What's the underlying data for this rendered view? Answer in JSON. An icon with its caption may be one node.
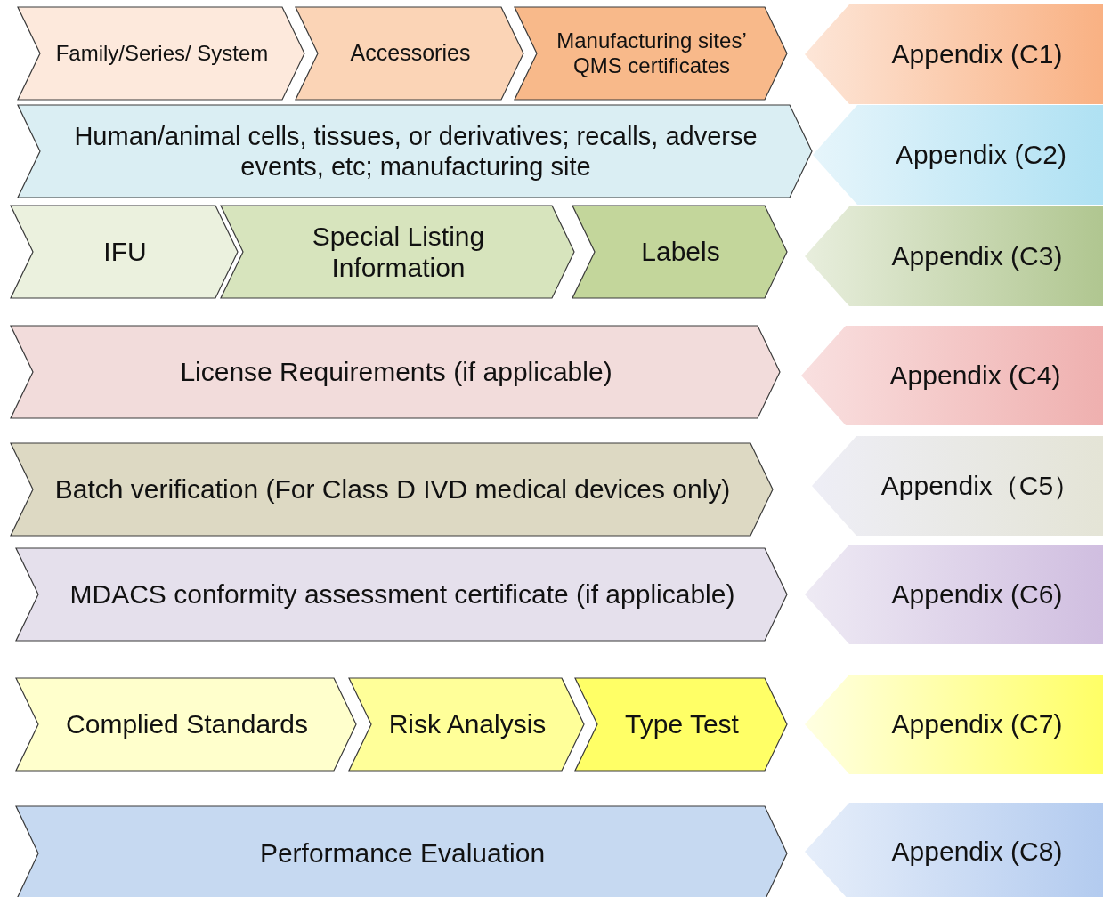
{
  "diagram": {
    "nodes": [
      {
        "text": [
          "Family/Series/ System"
        ]
      },
      {
        "text": [
          "Accessories"
        ]
      },
      {
        "text": [
          "Manufacturing sites’ QMS certificates"
        ]
      },
      {
        "text": [
          "Appendix (C1)"
        ]
      },
      {
        "text": [
          "Human/animal cells, tissues, or derivatives; recalls, adverse events, etc; manufacturing site"
        ]
      },
      {
        "text": [
          "Appendix (C2)"
        ]
      },
      {
        "text": [
          "IFU"
        ]
      },
      {
        "text": [
          "Special Listing Information"
        ]
      },
      {
        "text": [
          "Labels"
        ]
      },
      {
        "text": [
          "Appendix (C3)"
        ]
      },
      {
        "text": [
          "License Requirements (if applicable)"
        ]
      },
      {
        "text": [
          "Appendix (C4)"
        ]
      },
      {
        "text": [
          "Batch verification (For Class D IVD medical devices only)"
        ]
      },
      {
        "text": [
          "Appendix（C5）"
        ]
      },
      {
        "text": [
          "MDACS conformity assessment certificate (if applicable)"
        ]
      },
      {
        "text": [
          "Appendix (C6)"
        ]
      },
      {
        "text": [
          "Complied Standards"
        ]
      },
      {
        "text": [
          "Risk Analysis"
        ]
      },
      {
        "text": [
          "Type Test"
        ]
      },
      {
        "text": [
          "Appendix (C7)"
        ]
      },
      {
        "text": [
          "Performance Evaluation"
        ]
      },
      {
        "text": [
          "Appendix (C8)"
        ]
      }
    ]
  }
}
